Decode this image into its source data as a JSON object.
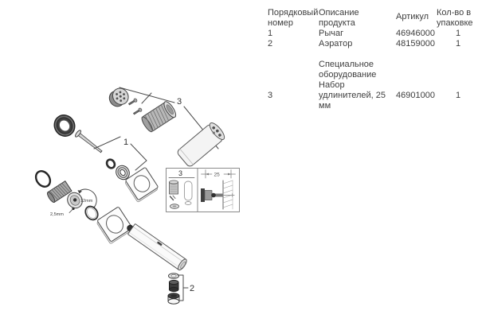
{
  "table": {
    "headers": {
      "col1": "Порядковый\nномер",
      "col2": "Описание\nпродукта",
      "col3": "Артикул",
      "col4": "Кол-во в\nупаковке"
    },
    "rows": [
      {
        "num": "1",
        "desc": "Рычаг",
        "article": "46946000",
        "qty": "1"
      },
      {
        "num": "2",
        "desc": "Аэратор",
        "article": "48159000",
        "qty": "1"
      }
    ],
    "section_title": "Специальное\nоборудование",
    "special_row": {
      "num": "3",
      "desc": "Набор\nудлинителей, 25\nмм",
      "article": "46901000",
      "qty": "1"
    }
  },
  "diagram": {
    "callout_1": "1",
    "callout_2": "2",
    "callout_3": "3",
    "annotation_depth": "12mm",
    "annotation_hex": "2,5mm",
    "inset": {
      "label": "3",
      "dimension": "25"
    }
  },
  "colors": {
    "line": "#3f3f3f",
    "text": "#3e3e3e",
    "dark_part": "#3b3b3b",
    "mid_gray": "#9a9a9a",
    "light_gray": "#d9d9d9"
  }
}
